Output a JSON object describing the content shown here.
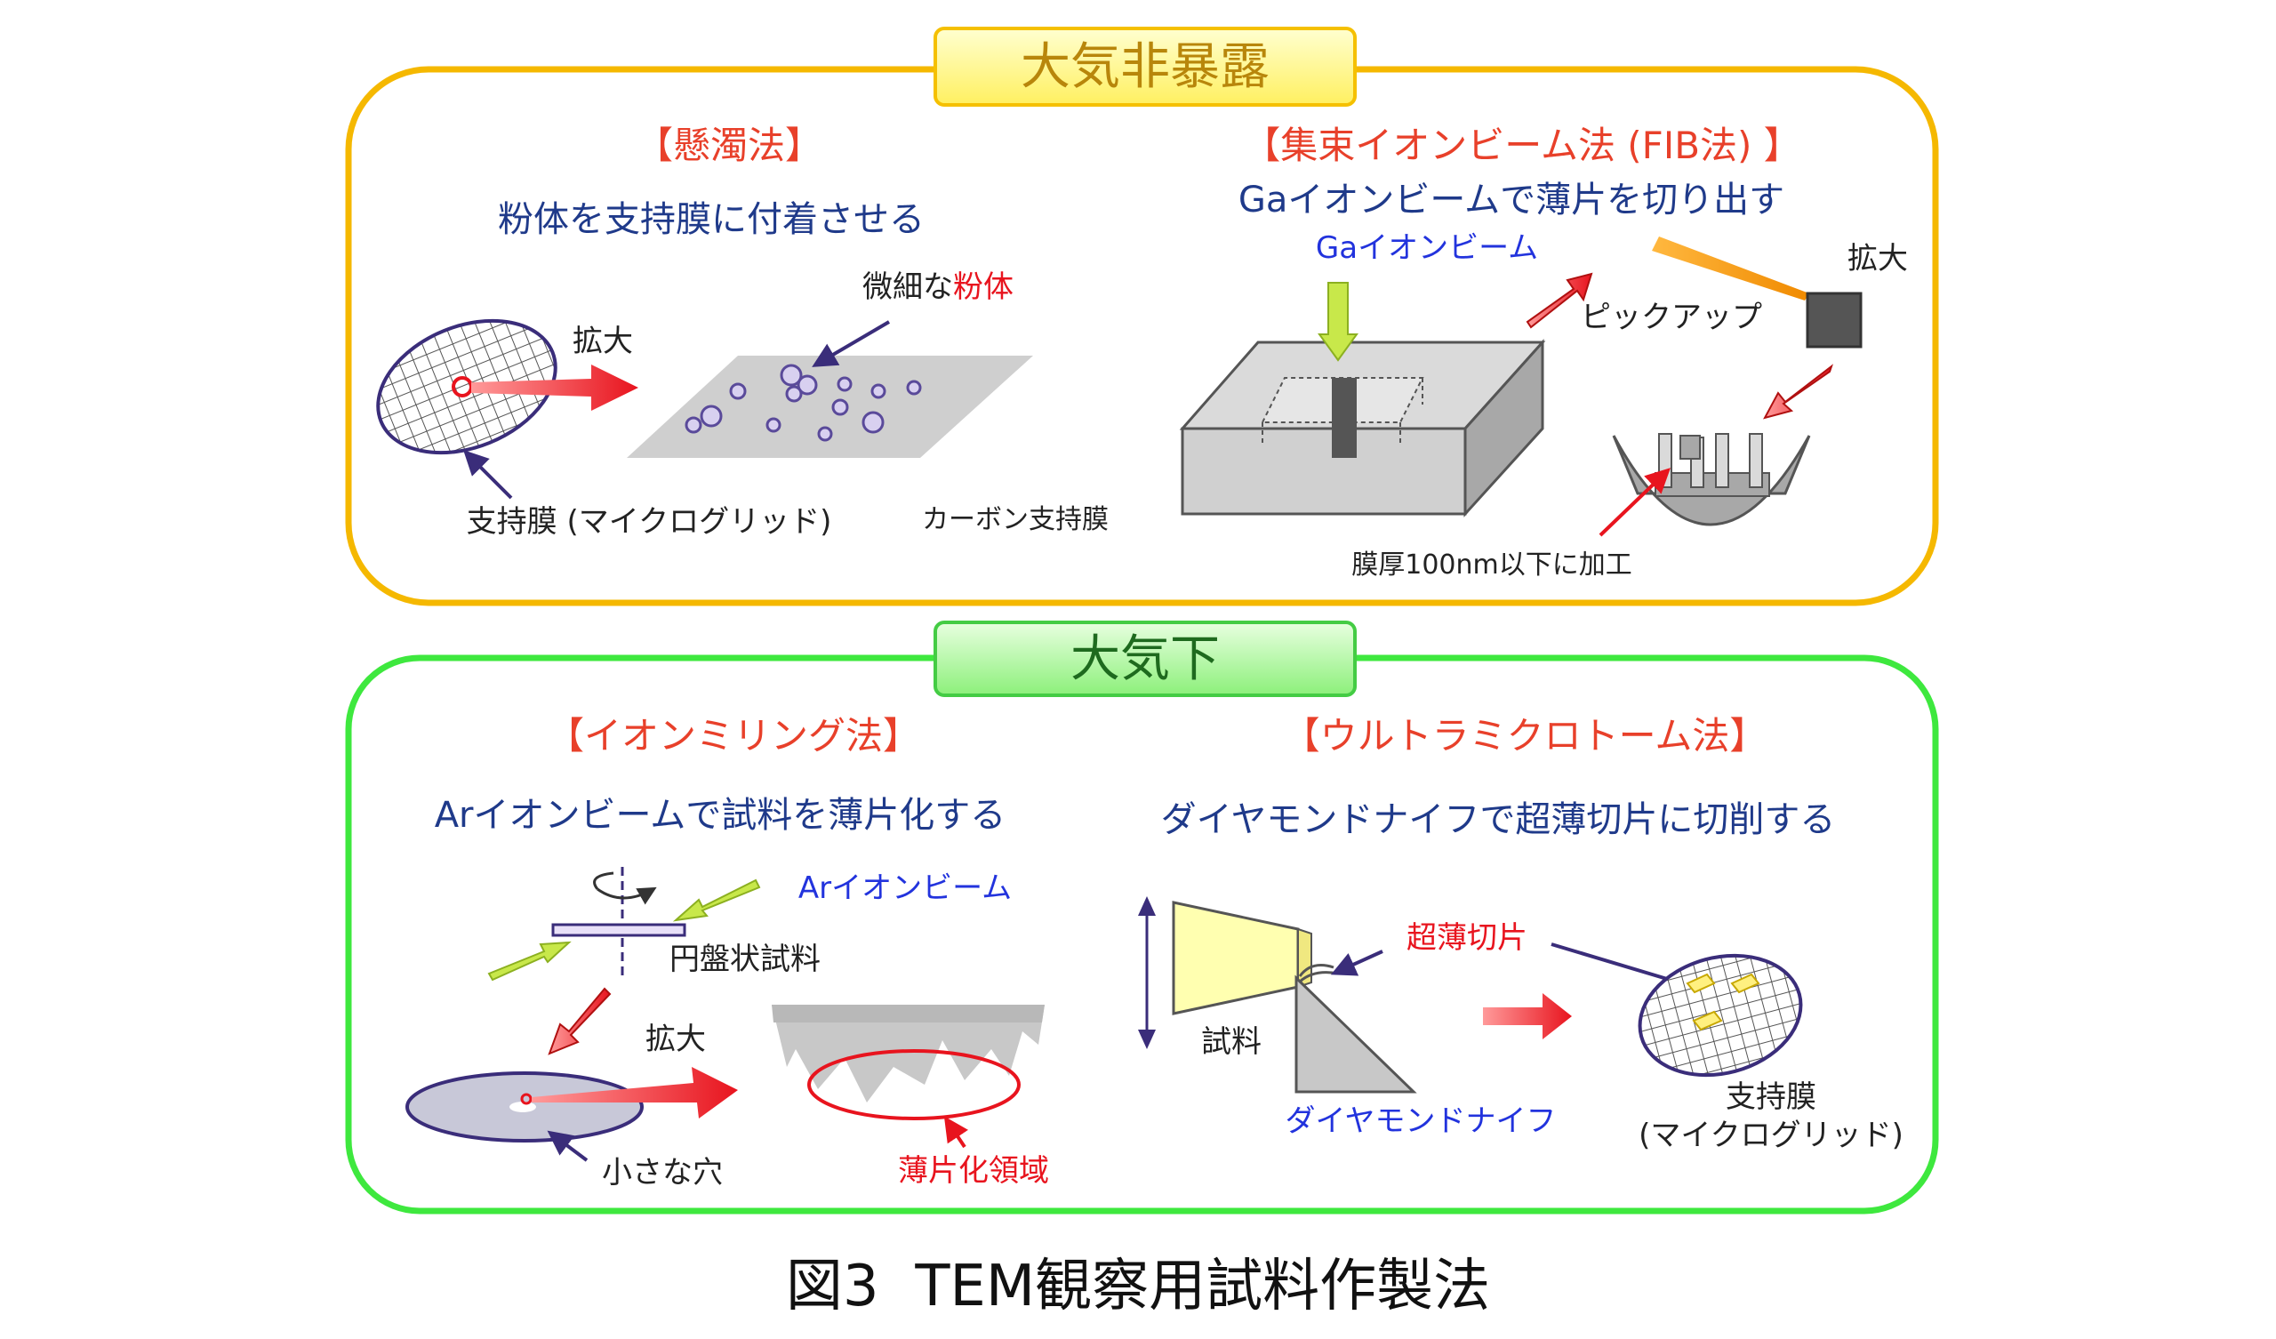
{
  "top_panel": {
    "header": "大気非暴露",
    "suspension": {
      "title": "【懸濁法】",
      "subtitle": "粉体を支持膜に付着させる",
      "magnify": "拡大",
      "fine_prefix": "微細な",
      "fine_powder": "粉体",
      "grid_label": "支持膜 (マイクログリッド)",
      "carbon_label": "カーボン支持膜"
    },
    "fib": {
      "title": "【集束イオンビーム法 (FIB法) 】",
      "subtitle": "Gaイオンビームで薄片を切り出す",
      "beam_label": "Gaイオンビーム",
      "pickup": "ピックアップ",
      "magnify": "拡大",
      "thickness": "膜厚100nm以下に加工"
    }
  },
  "bottom_panel": {
    "header": "大気下",
    "ion_milling": {
      "title": "【イオンミリング法】",
      "subtitle": "Arイオンビームで試料を薄片化する",
      "beam_label": "Arイオンビーム",
      "disk_label": "円盤状試料",
      "magnify": "拡大",
      "hole_label": "小さな穴",
      "thin_region": "薄片化領域"
    },
    "ultramicrotome": {
      "title": "【ウルトラミクロトーム法】",
      "subtitle": "ダイヤモンドナイフで超薄切片に切削する",
      "section_label": "超薄切片",
      "sample_label": "試料",
      "knife_label": "ダイヤモンドナイフ",
      "grid_label_1": "支持膜",
      "grid_label_2": "(マイクログリッド)"
    }
  },
  "caption": "図3  TEM観察用試料作製法",
  "colors": {
    "orange_frame": "#F5B800",
    "green_frame": "#3EE83E",
    "title_red": "#E8402A",
    "subtitle_navy": "#1F3A8A",
    "blue_label": "#2233DD",
    "arrow_red": "#E8141E"
  }
}
